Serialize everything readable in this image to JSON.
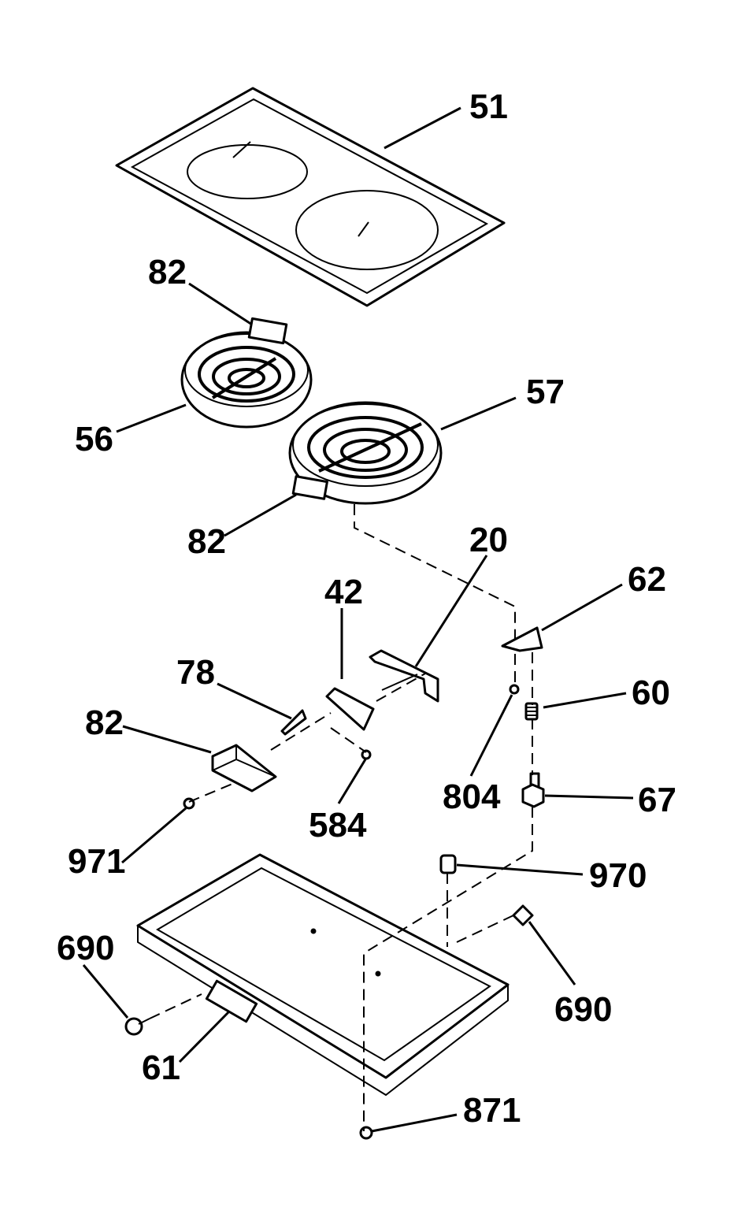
{
  "labels": {
    "l51": "51",
    "l82a": "82",
    "l56": "56",
    "l57": "57",
    "l82b": "82",
    "l20": "20",
    "l42": "42",
    "l62": "62",
    "l78": "78",
    "l60": "60",
    "l82c": "82",
    "l804": "804",
    "l584": "584",
    "l67": "67",
    "l971": "971",
    "l970": "970",
    "l690a": "690",
    "l690b": "690",
    "l61": "61",
    "l871": "871"
  }
}
